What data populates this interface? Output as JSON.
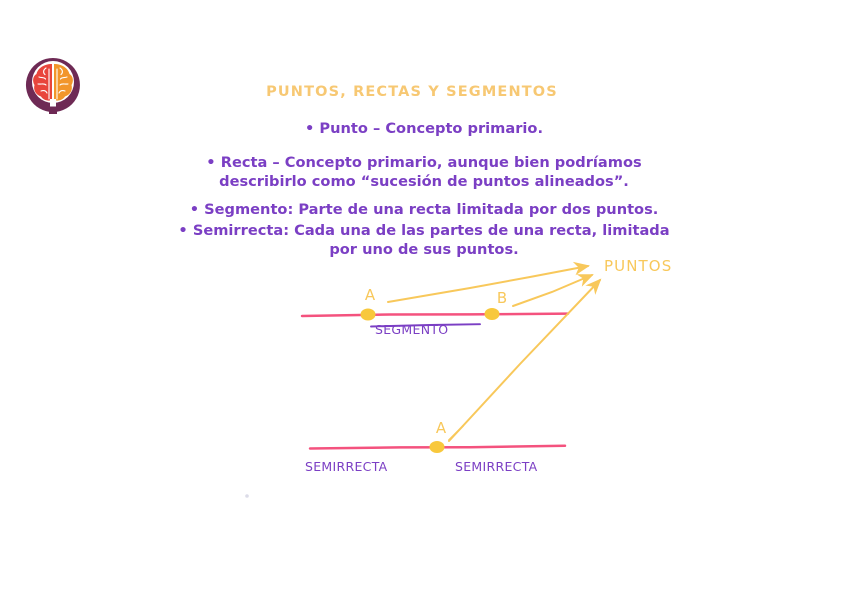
{
  "slide": {
    "title": "PUNTOS, RECTAS Y SEGMENTOS",
    "logo_name": "brain-logo",
    "colors": {
      "title": "#F7C873",
      "body_text": "#7B3FC4",
      "line": "#F4527E",
      "point": "#F8C83C",
      "arrow": "#F8C85B",
      "logo_ring": "#6E2A55",
      "logo_left_hemisphere": "#E8453C",
      "logo_right_hemisphere": "#F2962B"
    }
  },
  "bullets": [
    {
      "id": "punto",
      "lines": [
        "• Punto – Concepto primario."
      ]
    },
    {
      "id": "recta",
      "lines": [
        "• Recta – Concepto primario, aunque bien podríamos",
        "describirlo como “sucesión de puntos alineados”."
      ]
    },
    {
      "id": "segmento",
      "lines": [
        "• Segmento: Parte de una recta limitada por dos puntos."
      ]
    },
    {
      "id": "semirrecta",
      "lines": [
        "• Semirrecta: Cada una de las partes de una recta, limitada",
        "por uno de sus puntos."
      ]
    }
  ],
  "diagram": {
    "segment_figure": {
      "point_a_label": "A",
      "point_b_label": "B",
      "caption": "SEGMENTO"
    },
    "ray_figure": {
      "point_label": "A",
      "left_caption": "SEMIRRECTA",
      "right_caption": "SEMIRRECTA"
    },
    "annotation": {
      "label": "PUNTOS",
      "arrow_count": 3
    }
  }
}
